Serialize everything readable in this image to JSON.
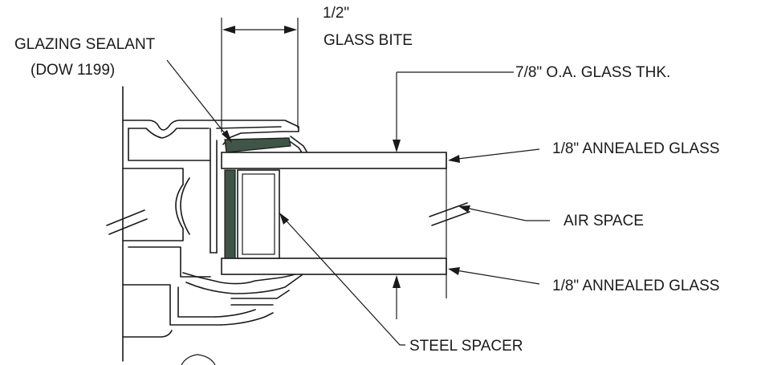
{
  "labels": {
    "glass_bite_value": "1/2\"",
    "glass_bite": "GLASS BITE",
    "sealant_line1": "GLAZING SEALANT",
    "sealant_line2": "(DOW 1199)",
    "overall_thickness": "7/8\" O.A. GLASS THK.",
    "top_glass": "1/8\" ANNEALED GLASS",
    "air_space": "AIR SPACE",
    "bottom_glass": "1/8\" ANNEALED GLASS",
    "steel_spacer": "STEEL SPACER"
  },
  "colors": {
    "line": "#1a1a1a",
    "sealant": "#3e5547",
    "background": "#ffffff"
  }
}
